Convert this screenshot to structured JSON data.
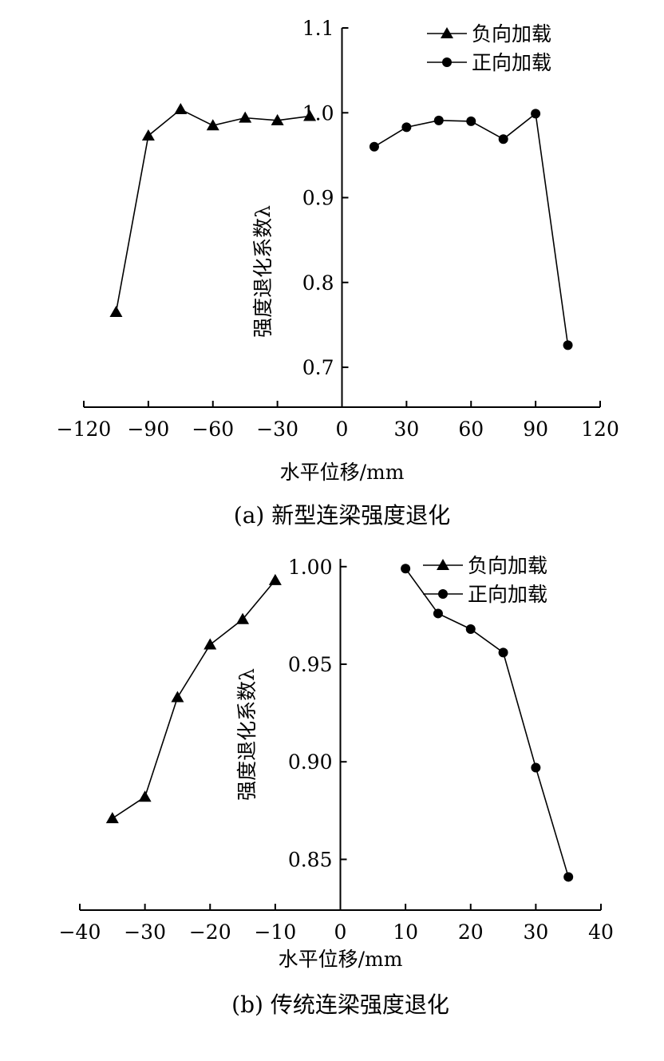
{
  "chart_data": [
    {
      "type": "line",
      "caption": "(a)  新型连梁强度退化",
      "xlabel": "水平位移/mm",
      "ylabel": "强度退化系数λ",
      "xlim": [
        -120,
        120
      ],
      "ylim": [
        0.653,
        1.1
      ],
      "xticks": [
        -120,
        -90,
        -60,
        -30,
        0,
        30,
        60,
        90,
        120
      ],
      "xtick_labels": [
        "−120",
        "−90",
        "−60",
        "−30",
        "0",
        "30",
        "60",
        "90",
        "120"
      ],
      "yticks": [
        0.7,
        0.8,
        0.9,
        1.0,
        1.1
      ],
      "ytick_labels": [
        "0.7",
        "0.8",
        "0.9",
        "1.0",
        "1.1"
      ],
      "legend_position": "top-right",
      "series": [
        {
          "name": "负向加载",
          "marker": "triangle",
          "x": [
            -105,
            -90,
            -75,
            -60,
            -45,
            -30,
            -15
          ],
          "y": [
            0.765,
            0.973,
            1.004,
            0.985,
            0.994,
            0.991,
            0.996
          ]
        },
        {
          "name": "正向加载",
          "marker": "circle",
          "x": [
            15,
            30,
            45,
            60,
            75,
            90,
            105
          ],
          "y": [
            0.96,
            0.983,
            0.991,
            0.99,
            0.969,
            0.999,
            0.726
          ]
        }
      ]
    },
    {
      "type": "line",
      "caption": "(b)  传统连梁强度退化",
      "xlabel": "水平位移/mm",
      "ylabel": "强度退化系数λ",
      "xlim": [
        -40,
        40
      ],
      "ylim": [
        0.824,
        1.004
      ],
      "xticks": [
        -40,
        -30,
        -20,
        -10,
        0,
        10,
        20,
        30,
        40
      ],
      "xtick_labels": [
        "−40",
        "−30",
        "−20",
        "−10",
        "0",
        "10",
        "20",
        "30",
        "40"
      ],
      "yticks": [
        0.85,
        0.9,
        0.95,
        1.0
      ],
      "ytick_labels": [
        "0.85",
        "0.90",
        "0.95",
        "1.00"
      ],
      "legend_position": "top-right",
      "series": [
        {
          "name": "负向加载",
          "marker": "triangle",
          "x": [
            -35,
            -30,
            -25,
            -20,
            -15,
            -10
          ],
          "y": [
            0.871,
            0.882,
            0.933,
            0.96,
            0.973,
            0.993
          ]
        },
        {
          "name": "正向加载",
          "marker": "circle",
          "x": [
            10,
            15,
            20,
            25,
            30,
            35
          ],
          "y": [
            0.999,
            0.976,
            0.968,
            0.956,
            0.897,
            0.841
          ]
        }
      ]
    }
  ]
}
